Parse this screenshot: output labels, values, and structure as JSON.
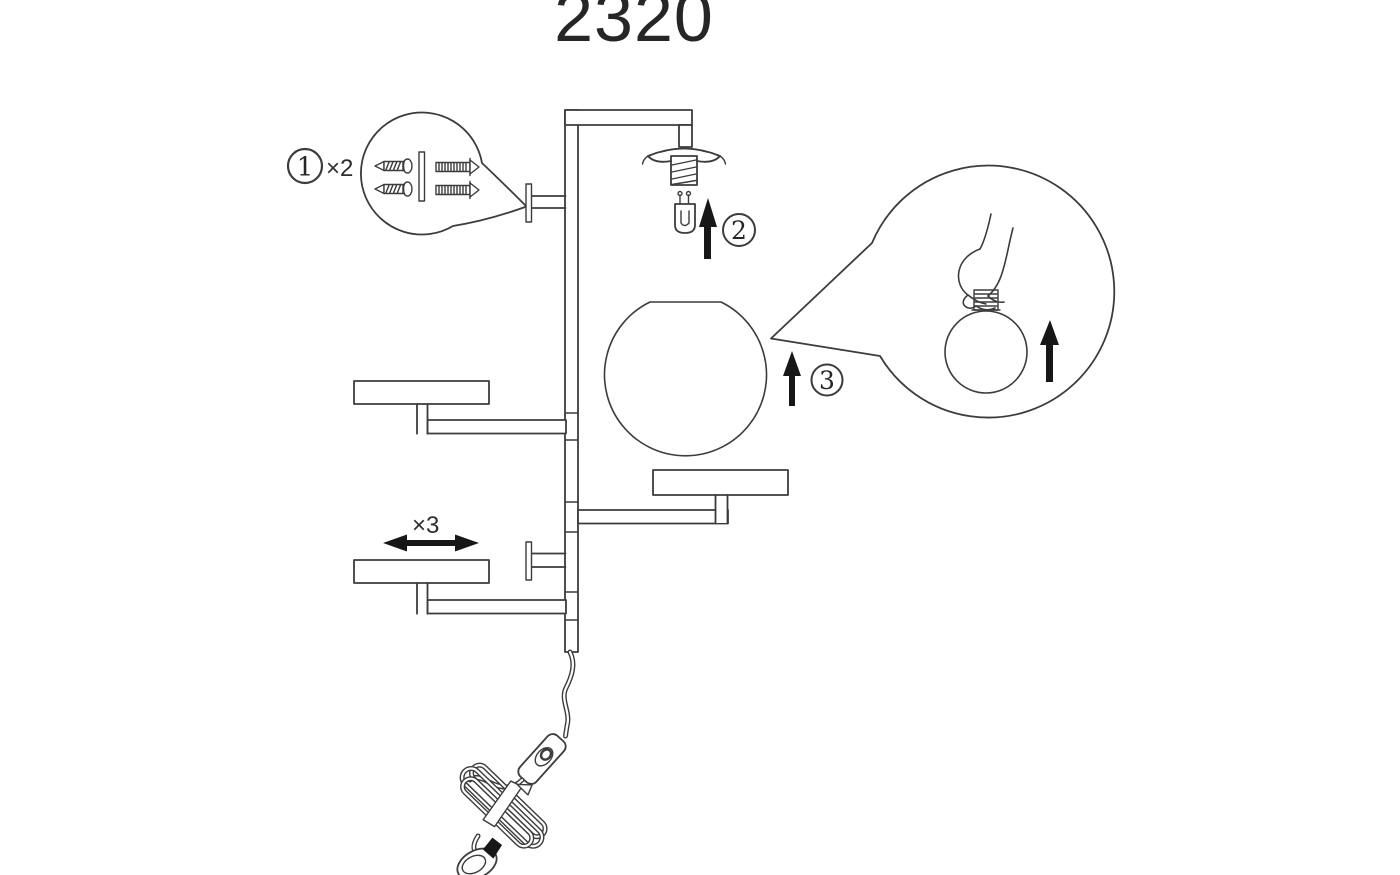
{
  "colors": {
    "background": "#ffffff",
    "line": "#3c3c3c",
    "arrow": "#171717",
    "text": "#262626"
  },
  "title": {
    "model": "2320"
  },
  "annotations": {
    "step1": {
      "number": "1",
      "quantity": "×2"
    },
    "step2": {
      "number": "2"
    },
    "step3": {
      "number": "3"
    },
    "swivel": {
      "quantity": "×3"
    }
  },
  "icons": {
    "step2_arrow": "up-arrow",
    "step3_arrow": "up-arrow",
    "bubble_arrow": "up-arrow",
    "swivel_arrow": "left-right-arrow"
  }
}
